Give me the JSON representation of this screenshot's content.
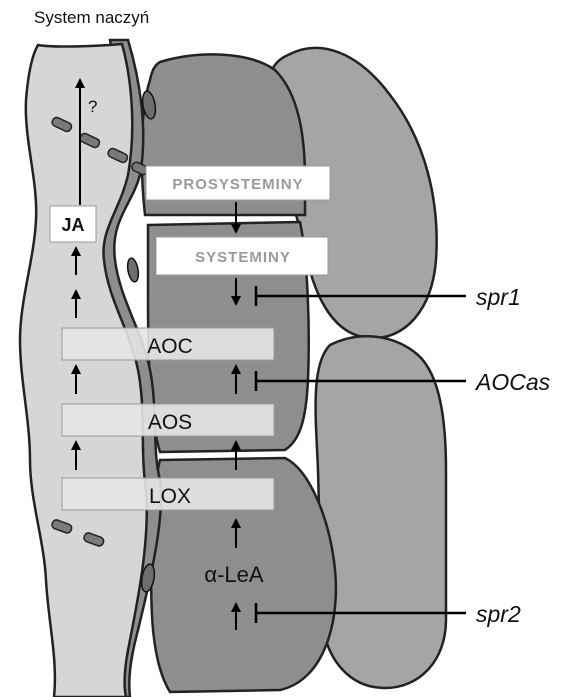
{
  "caption": "System naczyń",
  "boxes": {
    "prosysteminy": "PROSYSTEMINY",
    "systeminy": "SYSTEMINY",
    "ja": "JA"
  },
  "question_mark": "?",
  "enzymes": {
    "aoc": "AOC",
    "aos": "AOS",
    "lox": "LOX"
  },
  "substrate": "α-LeA",
  "mutants": {
    "spr1": "spr1",
    "aocas": "AOCas",
    "spr2": "spr2"
  }
}
